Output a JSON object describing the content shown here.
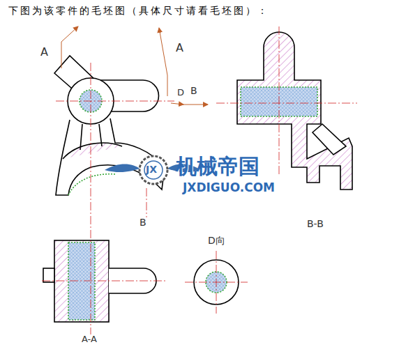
{
  "diagram": {
    "title": "下图为该零件的毛坯图（具体尺寸请看毛坯图）：",
    "labels": [
      "A",
      "A",
      "D",
      "B",
      "B",
      "B-B",
      "D向",
      "A-A",
      "JX",
      "机械帝国",
      "JXDIGUO.COM"
    ]
  }
}
